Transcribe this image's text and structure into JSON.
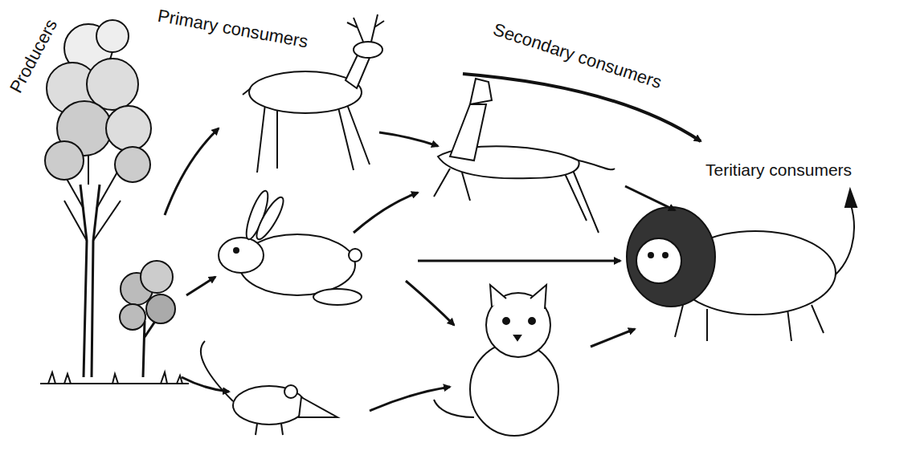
{
  "diagram": {
    "labels": [
      "Producers",
      "Primary consumers",
      "Secondary consumers",
      "Teritiary consumers"
    ]
  }
}
